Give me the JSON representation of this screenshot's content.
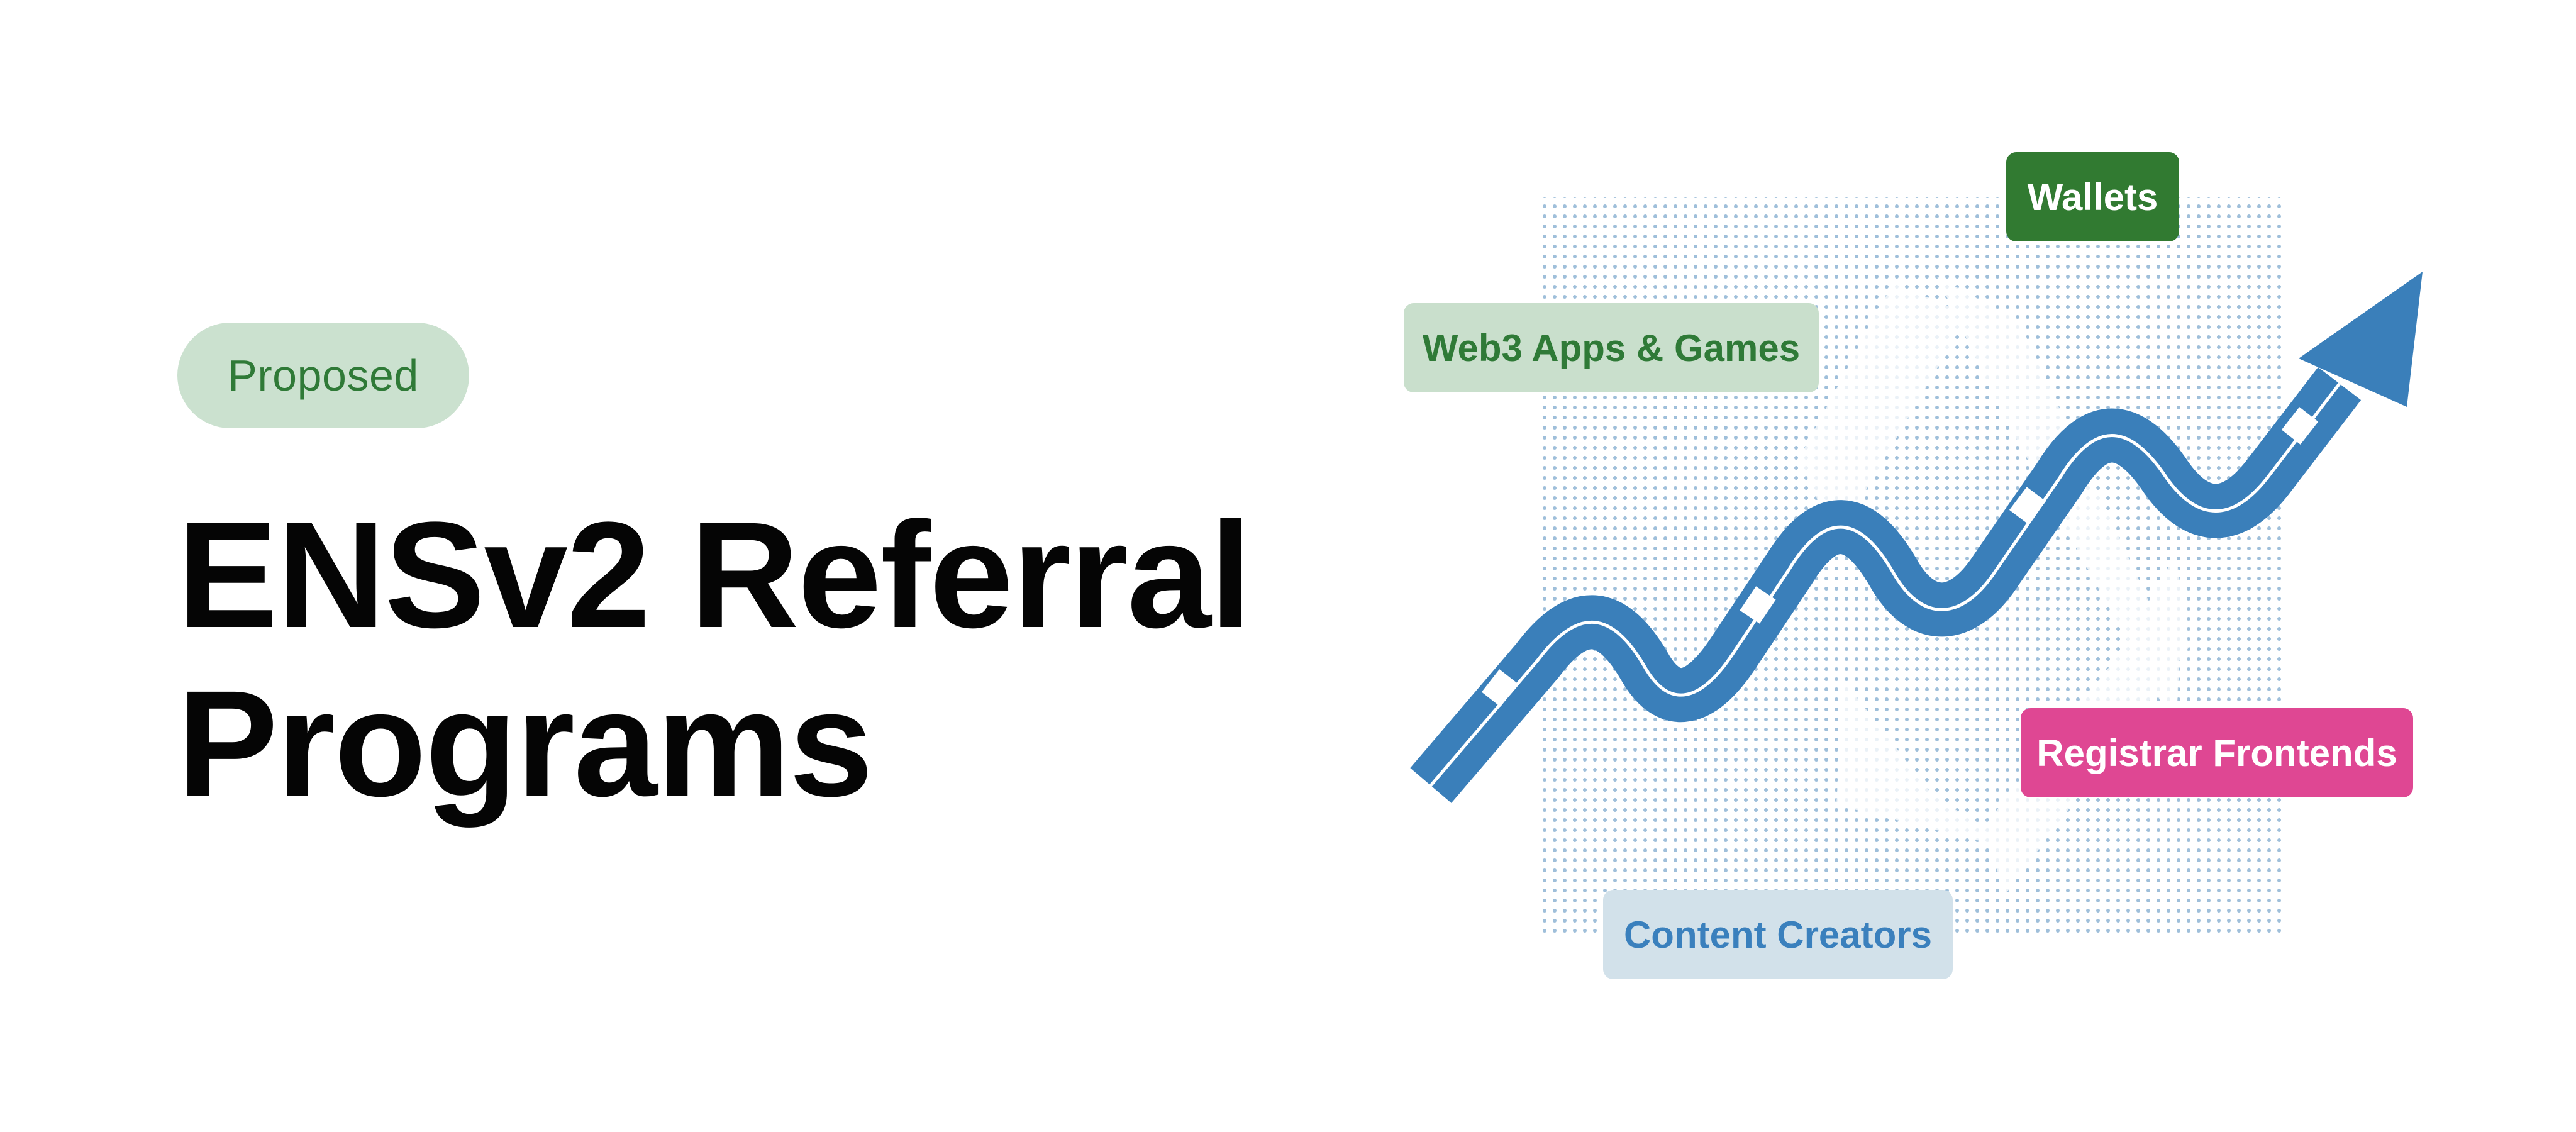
{
  "status": {
    "label": "Proposed"
  },
  "title": {
    "line1": "ENSv2 Referral",
    "line2": "Programs"
  },
  "tags": {
    "wallets": "Wallets",
    "web3_apps_games": "Web3 Apps & Games",
    "registrar_frontends": "Registrar Frontends",
    "content_creators": "Content Creators"
  },
  "colors": {
    "status_bg": "#cbe1cf",
    "status_text": "#2f7a37",
    "title_text": "#050505",
    "road_blue": "#3a7fba",
    "dots_blue": "#9fbfda",
    "wallets_bg": "#317a31",
    "web3_bg": "#c9dfcc",
    "registrar_bg": "#df4793",
    "content_bg": "#d2e1ea",
    "content_text": "#3a80bd"
  },
  "icons": {
    "background_logo": "ens-logo-icon",
    "trend_arrow": "growth-arrow-icon"
  }
}
